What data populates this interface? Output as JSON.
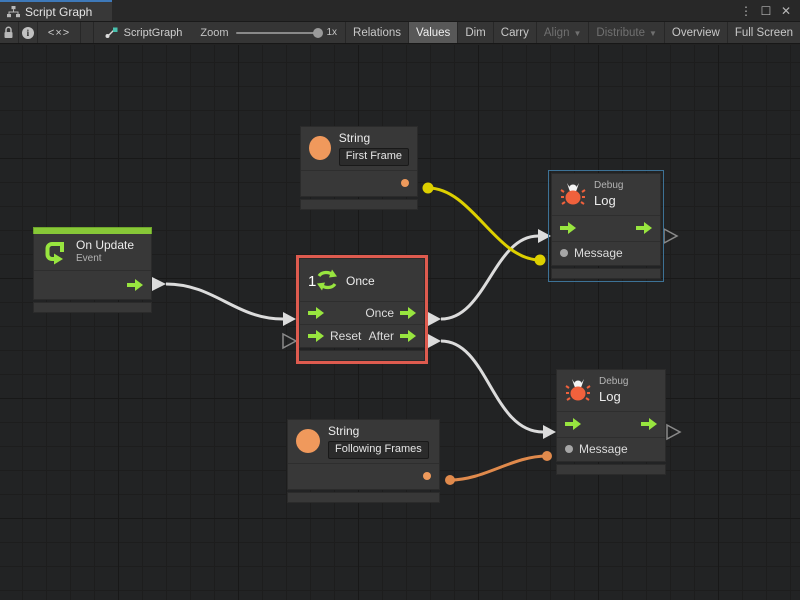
{
  "window": {
    "tab_title": "Script Graph",
    "controls": {
      "menu_glyph": "⋮",
      "maximize_glyph": "☐",
      "close_glyph": "✕"
    }
  },
  "toolbar": {
    "lock_icon": "lock",
    "info_glyph": "i",
    "code_glyph": "<×>",
    "graph_name": "ScriptGraph",
    "zoom_label": "Zoom",
    "zoom_value": "1x",
    "buttons": [
      {
        "label": "Relations",
        "active": false,
        "disabled": false,
        "dropdown": false
      },
      {
        "label": "Values",
        "active": true,
        "disabled": false,
        "dropdown": false
      },
      {
        "label": "Dim",
        "active": false,
        "disabled": false,
        "dropdown": false
      },
      {
        "label": "Carry",
        "active": false,
        "disabled": false,
        "dropdown": false
      },
      {
        "label": "Align",
        "active": false,
        "disabled": true,
        "dropdown": true
      },
      {
        "label": "Distribute",
        "active": false,
        "disabled": true,
        "dropdown": true
      },
      {
        "label": "Overview",
        "active": false,
        "disabled": false,
        "dropdown": false
      },
      {
        "label": "Full Screen",
        "active": false,
        "disabled": false,
        "dropdown": false
      }
    ]
  },
  "nodes": {
    "string_first": {
      "title": "String",
      "value": "First Frame"
    },
    "on_update": {
      "title": "On Update",
      "subtitle": "Event"
    },
    "once": {
      "title": "Once",
      "icon_number": "1",
      "out1_label": "Once",
      "in2_label": "Reset",
      "out2_label": "After",
      "selected": true
    },
    "debug_top": {
      "subtitle": "Debug",
      "title": "Log",
      "message_label": "Message",
      "highlighted": true
    },
    "debug_bottom": {
      "subtitle": "Debug",
      "title": "Log",
      "message_label": "Message",
      "highlighted": false
    },
    "string_following": {
      "title": "String",
      "value": "Following Frames"
    }
  },
  "colors": {
    "selection_red": "#de5b4f",
    "highlight_blue": "#3d7296",
    "flow_green": "#98e53f",
    "string_orange": "#ee9a5c",
    "event_green_bar": "#87c837",
    "edge_yellow": "#ddd000",
    "edge_white": "#dcdcdc",
    "edge_orange": "#e08a4c",
    "bug_orange": "#f0613c"
  }
}
